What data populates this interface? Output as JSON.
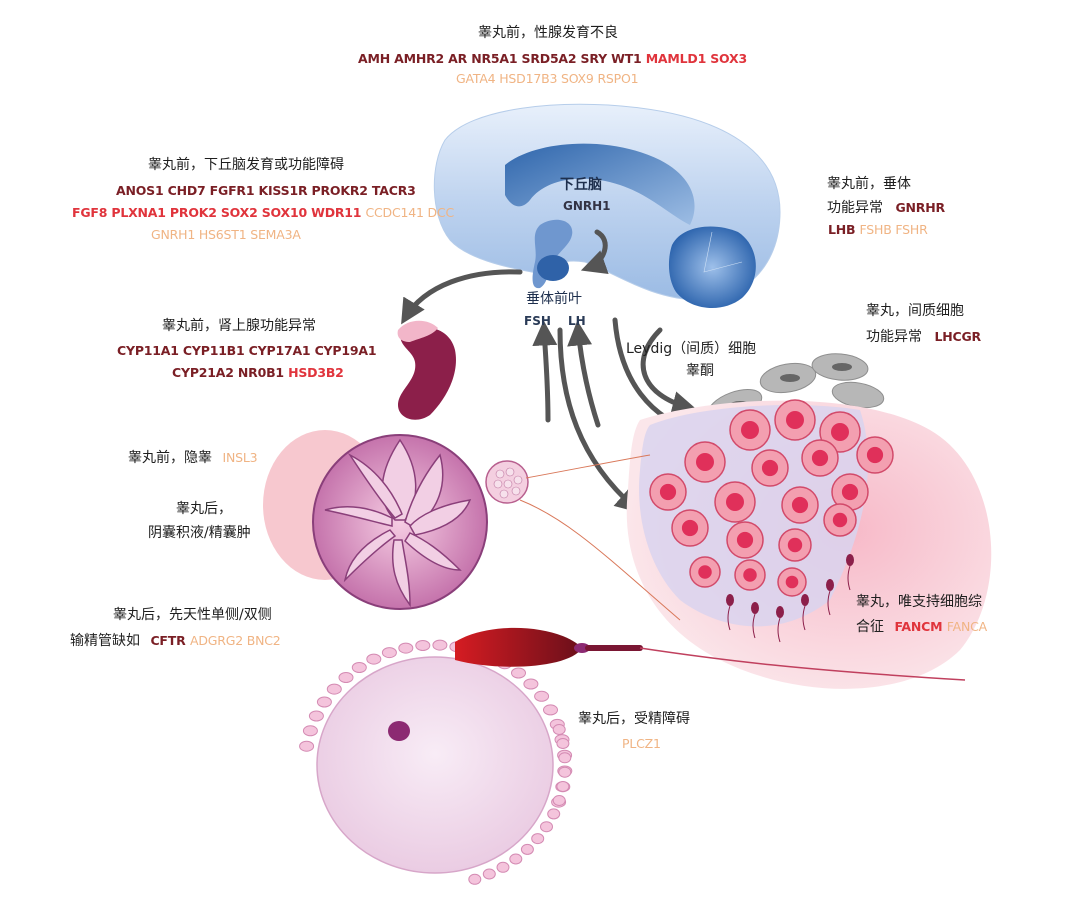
{
  "colors": {
    "dark_gene": "#7a1f25",
    "red_gene": "#e0343c",
    "light_gene": "#f0b484"
  },
  "gonad": {
    "heading": "睾丸前，性腺发育不良",
    "dark": "AMH AMHR2 AR NR5A1 SRD5A2 SRY WT1",
    "red": "MAMLD1 SOX3",
    "light": "GATA4 HSD17B3 SOX9 RSPO1"
  },
  "hypothalamus_disorder": {
    "heading": "睾丸前，下丘脑发育或功能障碍",
    "dark": "ANOS1 CHD7 FGFR1 KISS1R PROKR2 TACR3",
    "red": "FGF8 PLXNA1 PROK2 SOX2 SOX10 WDR11",
    "light1": "CCDC141 DCC",
    "light2": "GNRH1 HS6ST1 SEMA3A"
  },
  "brain": {
    "hypothalamus": "下丘脑",
    "gnrh1": "GNRH1",
    "pituitary": "垂体前叶",
    "fsh": "FSH",
    "lh": "LH"
  },
  "pituitary_disorder": {
    "line1": "睾丸前，垂体",
    "line2": "功能异常",
    "dark": "GNRHR",
    "dark2": "LHB",
    "light": "FSHB FSHR"
  },
  "adrenal": {
    "heading": "睾丸前，肾上腺功能异常",
    "dark1": "CYP11A1 CYP11B1 CYP17A1 CYP19A1",
    "dark2": "CYP21A2 NR0B1",
    "red": "HSD3B2"
  },
  "leydig_label": {
    "line1": "Leydig（间质）细胞",
    "line2": "睾酮"
  },
  "leydig_disorder": {
    "line1": "睾丸，间质细胞",
    "line2": "功能异常",
    "dark": "LHCGR"
  },
  "cryptorchidism": {
    "heading": "睾丸前，隐睾",
    "light": "INSL3"
  },
  "post_hydrocele": {
    "line1": "睾丸后，",
    "line2": "阴囊积液/精囊肿"
  },
  "sertoli": {
    "line1": "睾丸，唯支持细胞综",
    "line2": "合征",
    "dark": "FANCM",
    "light": "FANCA"
  },
  "cbavd": {
    "line1": "睾丸后，先天性单侧/双侧",
    "line2": "输精管缺如",
    "dark": "CFTR",
    "light": "ADGRG2 BNC2"
  },
  "fertilization": {
    "heading": "睾丸后，受精障碍",
    "light": "PLCZ1"
  }
}
